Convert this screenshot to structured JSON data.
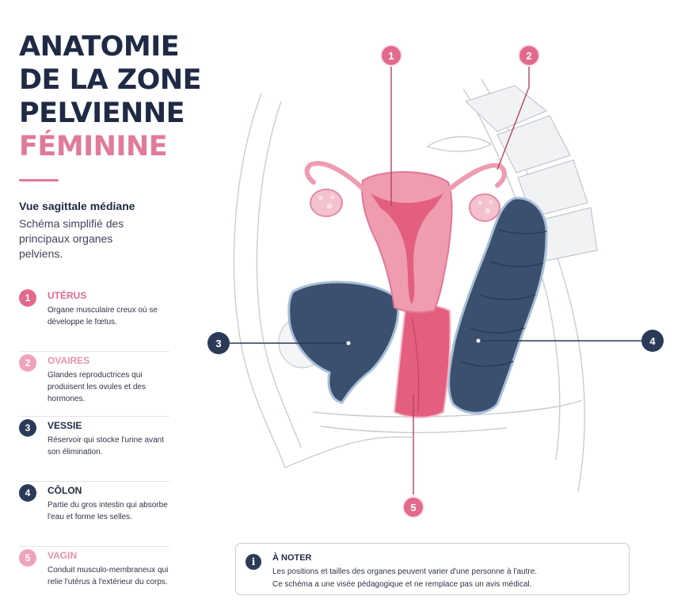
{
  "title": {
    "line1": "ANATOMIE",
    "line2": "DE LA ZONE",
    "line3": "PELVIENNE",
    "line4": "FÉMININE"
  },
  "subtitle": "Vue sagittale médiane",
  "description": "Schéma simplifié des principaux organes pelviens.",
  "legend": [
    {
      "num": "1",
      "name": "UTÉRUS",
      "desc": "Organe musculaire creux où se développe le fœtus.",
      "color": "#e26a8c"
    },
    {
      "num": "2",
      "name": "OVAIRES",
      "desc": "Glandes reproductrices qui produisent les ovules et des hormones.",
      "color": "#efa3ba"
    },
    {
      "num": "3",
      "name": "VESSIE",
      "desc": "Réservoir qui stocke l'urine avant son élimination.",
      "color": "#2b3a58"
    },
    {
      "num": "4",
      "name": "CÔLON",
      "desc": "Partie du gros intestin qui absorbe l'eau et forme les selles.",
      "color": "#2b3a58"
    },
    {
      "num": "5",
      "name": "VAGIN",
      "desc": "Conduit musculo-membraneux qui relie l'utérus à l'extérieur du corps.",
      "color": "#efa3ba"
    }
  ],
  "diagram_markers": [
    "1",
    "2",
    "3",
    "4",
    "5"
  ],
  "note": {
    "icon": "info-icon",
    "title": "À NOTER",
    "text_line1": "Les positions et tailles des organes peuvent varier d'une personne à l'autre.",
    "text_line2": "Ce schéma a une visée pédagogique et ne remplace pas un avis médical."
  },
  "colors": {
    "navy": "#1f2a44",
    "pink": "#e07b9a",
    "uterus": "#ef9bb0",
    "organ_navy": "#3b4f6e"
  }
}
